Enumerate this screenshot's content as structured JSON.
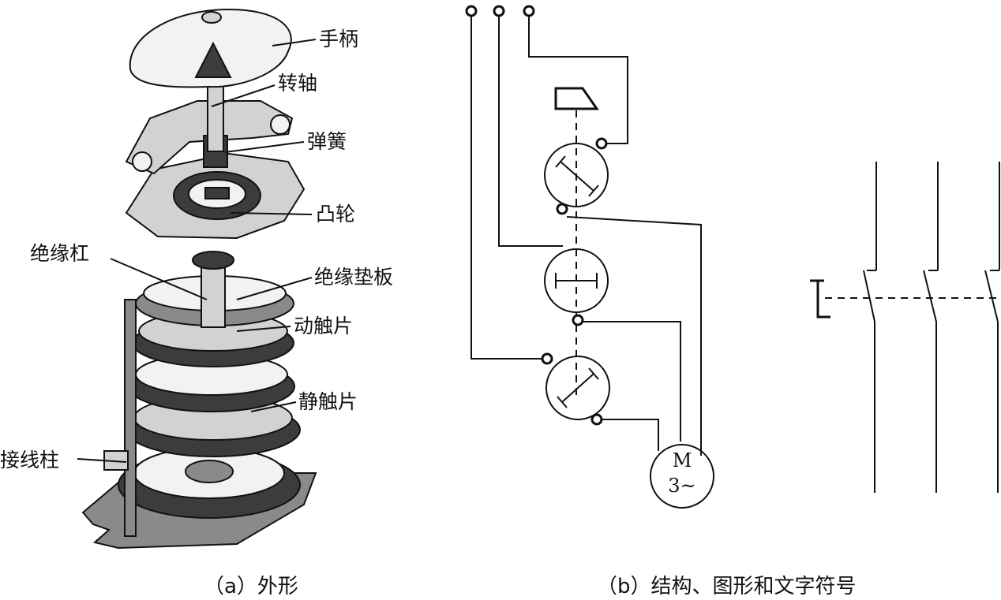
{
  "labels": {
    "handle": "手柄",
    "shaft": "转轴",
    "spring": "弹簧",
    "cam": "凸轮",
    "insulating_rod": "绝缘杠",
    "insulating_pad": "绝缘垫板",
    "moving_contact": "动触片",
    "static_contact": "静触片",
    "terminal_post": "接线柱"
  },
  "motor": {
    "line1": "M",
    "line2": "3~"
  },
  "captions": {
    "a": "（a）外形",
    "b": "（b）结构、图形和文字符号"
  },
  "colors": {
    "ink": "#111111",
    "background": "#ffffff"
  }
}
